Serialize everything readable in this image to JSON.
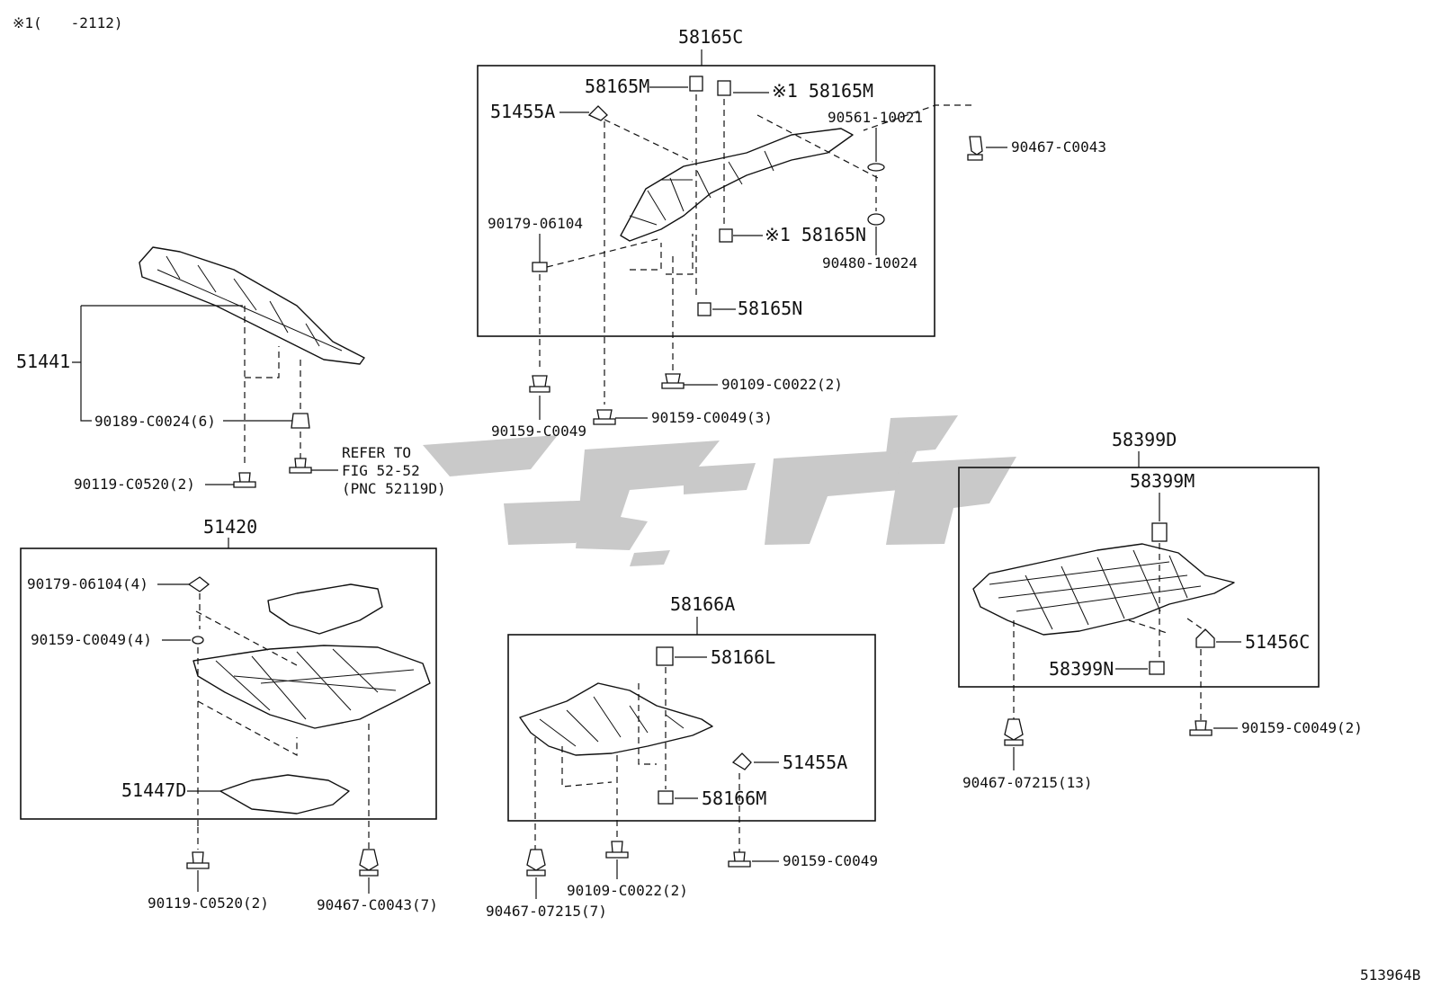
{
  "header": {
    "note": "※1(　　-2112)"
  },
  "footer": {
    "diagram_code": "513964B"
  },
  "watermark": {
    "color": "#c9c9c9"
  },
  "groups": {
    "g58165c": {
      "title": "58165C",
      "labels": {
        "l58165m_a": "58165M",
        "l58165m_b": "※1 58165M",
        "l51455a": "51455A",
        "l90561": "90561-10021",
        "l90179": "90179-06104",
        "l58165n_a": "※1 58165N",
        "l90480": "90480-10024",
        "l58165n_b": "58165N"
      }
    },
    "g51441": {
      "title": "51441",
      "labels": {
        "l90189": "90189-C0024(6)",
        "l90119": "90119-C0520(2)",
        "ref1": "REFER TO",
        "ref2": "FIG 52-52",
        "ref3": "(PNC 52119D)"
      }
    },
    "g51420": {
      "title": "51420",
      "labels": {
        "l90179": "90179-06104(4)",
        "l90159": "90159-C0049(4)",
        "l51447d": "51447D"
      }
    },
    "g58166a": {
      "title": "58166A",
      "labels": {
        "l58166l": "58166L",
        "l51455a": "51455A",
        "l58166m": "58166M"
      }
    },
    "g58399d": {
      "title": "58399D",
      "labels": {
        "l58399m": "58399M",
        "l51456c": "51456C",
        "l58399n": "58399N"
      }
    }
  },
  "fasteners": {
    "f90467_c0043_top": "90467-C0043",
    "f90109_top": "90109-C0022(2)",
    "f90159_top3": "90159-C0049(3)",
    "f90159_top1": "90159-C0049",
    "f90119_bl": "90119-C0520(2)",
    "f90467_c0043_7": "90467-C0043(7)",
    "f90467_07215_7": "90467-07215(7)",
    "f90109_bm": "90109-C0022(2)",
    "f90159_bm": "90159-C0049",
    "f90159_br": "90159-C0049(2)",
    "f90467_07215_13": "90467-07215(13)"
  }
}
